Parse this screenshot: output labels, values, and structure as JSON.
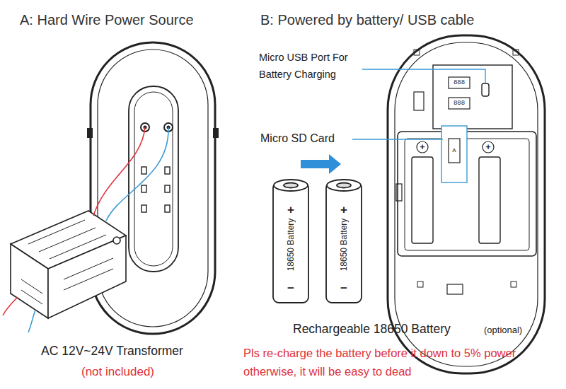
{
  "diagram": {
    "labels": [
      "A: Hard Wire Power Source",
      "B: Powered by battery/ USB cable",
      "Micro USB Port For Battery Charging",
      "Micro SD Card",
      "888",
      "888",
      "A",
      "+",
      "+",
      "+",
      "18650 Battery",
      "−",
      "+",
      "18650 Battery",
      "−",
      "Rechargeable 18650 Battery",
      "(optional)",
      "AC 12V~24V Transformer",
      "(not included)",
      "Pls re-charge the battery before it down to 5% power otherwise, it will be easy to dead"
    ]
  }
}
